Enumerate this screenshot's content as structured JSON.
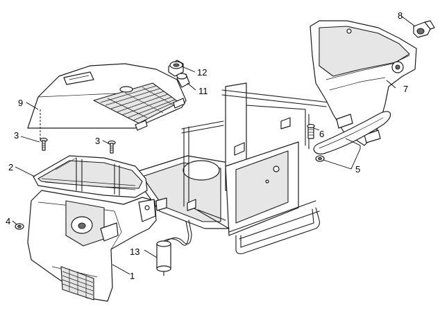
{
  "callouts": {
    "c1": "1",
    "c2": "2",
    "c3a": "3",
    "c3b": "3",
    "c4": "4",
    "c5": "5",
    "c6": "6",
    "c7": "7",
    "c8": "8",
    "c9": "9",
    "c11": "11",
    "c12": "12",
    "c13": "13"
  }
}
